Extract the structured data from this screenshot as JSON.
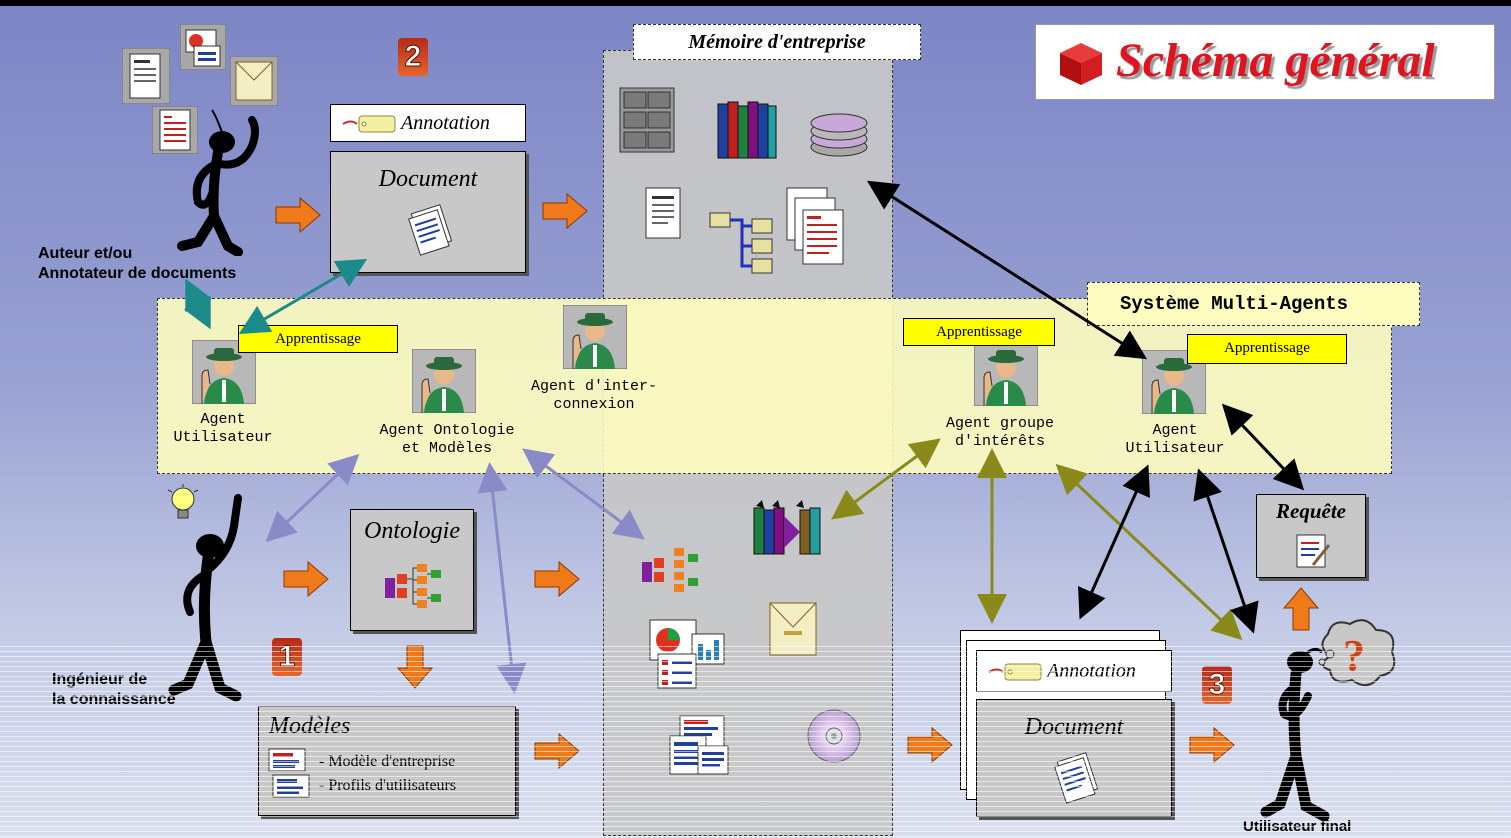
{
  "title": "Schéma général",
  "memoire": {
    "title": "Mémoire d'entreprise"
  },
  "sma": {
    "title": "Système Multi-Agents"
  },
  "badges": {
    "one": "1",
    "two": "2",
    "three": "3"
  },
  "cards": {
    "annotation_top": "Annotation",
    "document_top": "Document",
    "ontologie": "Ontologie",
    "modeles": "Modèles",
    "modele_entreprise": "- Modèle d'entreprise",
    "profils": "- Profils d'utilisateurs",
    "annotation_bottom": "Annotation",
    "document_bottom": "Document",
    "requete": "Requête"
  },
  "apprentissage": [
    "Apprentissage",
    "Apprentissage",
    "Apprentissage"
  ],
  "agents": {
    "utilisateur_left": [
      "Agent",
      "Utilisateur"
    ],
    "ontologie": [
      "Agent Ontologie",
      "et Modèles"
    ],
    "interconnexion": [
      "Agent d'inter-",
      "connexion"
    ],
    "groupe": [
      "Agent groupe",
      "d'intérêts"
    ],
    "utilisateur_right": [
      "Agent",
      "Utilisateur"
    ]
  },
  "people": {
    "auteur": [
      "Auteur et/ou",
      "Annotateur de documents"
    ],
    "ingenieur": [
      "Ingénieur de",
      "la connaissance"
    ],
    "final": "Utilisateur final"
  },
  "colors": {
    "teal_arrow": "#1a8a8a",
    "lavender_arrow": "#8a8ac8",
    "olive_arrow": "#8a8a1a",
    "black_arrow": "#000000",
    "process_arrow": "#f07a1a",
    "title_red": "#e0141e",
    "agent_yellow": "#ffff00"
  },
  "icons": [
    "page-scan-icon",
    "chart-icon",
    "folder-icon",
    "list-page-icon",
    "tag-icon",
    "documents-icon",
    "filing-cabinet-icon",
    "books-icon",
    "disk-stack-icon",
    "tree-icon",
    "hierarchy-icon",
    "cd-icon",
    "lightbulb-icon",
    "question-cloud-icon",
    "agent-icon"
  ]
}
